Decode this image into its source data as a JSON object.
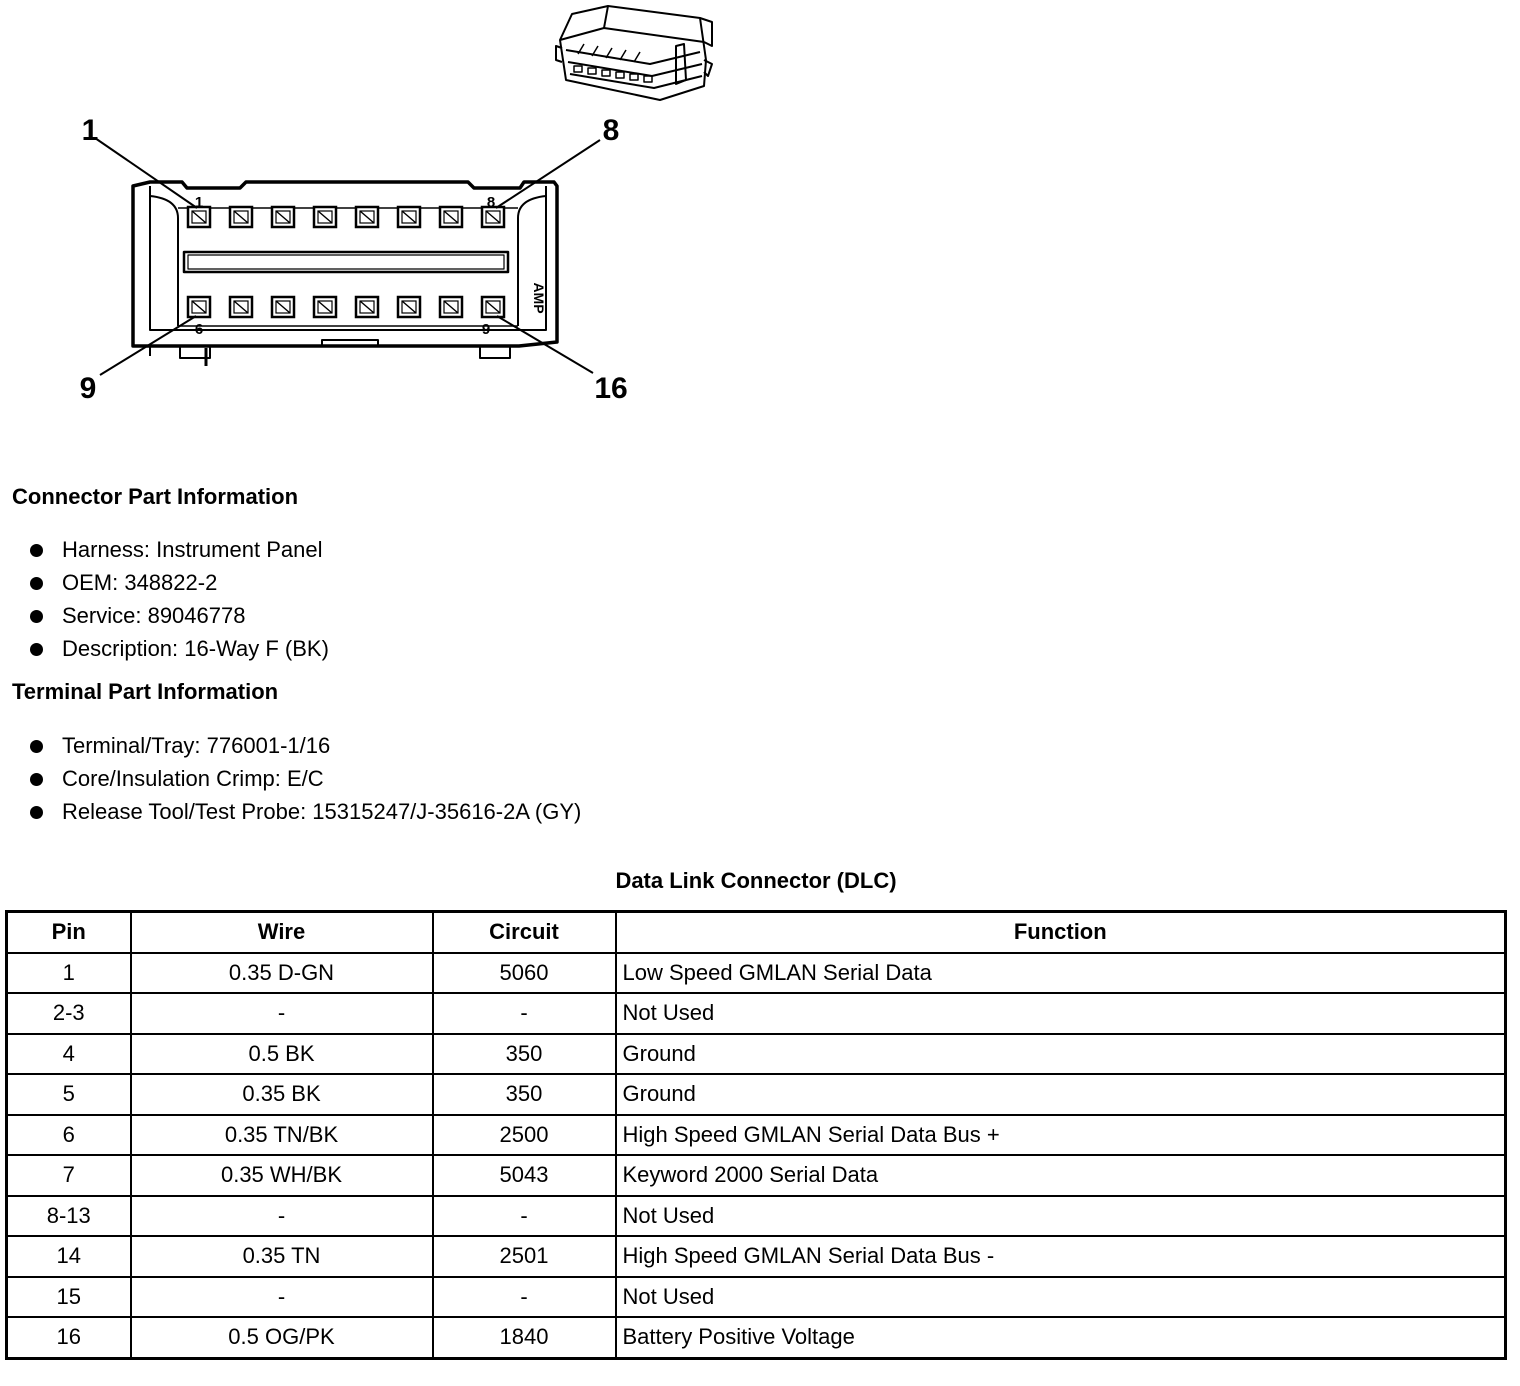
{
  "diagram": {
    "pin_callouts": [
      "1",
      "8",
      "9",
      "16"
    ],
    "molded_pin_marks": [
      "1",
      "8",
      "6",
      "9"
    ],
    "molded_brand": "AMP"
  },
  "connector_part_info": {
    "heading": "Connector Part Information",
    "items": [
      "Harness: Instrument Panel",
      "OEM: 348822-2",
      "Service: 89046778",
      "Description: 16-Way F (BK)"
    ]
  },
  "terminal_part_info": {
    "heading": "Terminal Part Information",
    "items": [
      "Terminal/Tray: 776001-1/16",
      "Core/Insulation Crimp: E/C",
      "Release Tool/Test Probe: 15315247/J-35616-2A (GY)"
    ]
  },
  "pinout_table": {
    "title": "Data Link Connector (DLC)",
    "headers": [
      "Pin",
      "Wire",
      "Circuit",
      "Function"
    ],
    "rows": [
      [
        "1",
        "0.35 D-GN",
        "5060",
        "Low Speed GMLAN Serial Data"
      ],
      [
        "2-3",
        "-",
        "-",
        "Not Used"
      ],
      [
        "4",
        "0.5 BK",
        "350",
        "Ground"
      ],
      [
        "5",
        "0.35 BK",
        "350",
        "Ground"
      ],
      [
        "6",
        "0.35 TN/BK",
        "2500",
        "High Speed GMLAN Serial Data Bus +"
      ],
      [
        "7",
        "0.35 WH/BK",
        "5043",
        "Keyword 2000 Serial Data"
      ],
      [
        "8-13",
        "-",
        "-",
        "Not Used"
      ],
      [
        "14",
        "0.35 TN",
        "2501",
        "High Speed GMLAN Serial Data Bus -"
      ],
      [
        "15",
        "-",
        "-",
        "Not Used"
      ],
      [
        "16",
        "0.5 OG/PK",
        "1840",
        "Battery Positive Voltage"
      ]
    ]
  }
}
